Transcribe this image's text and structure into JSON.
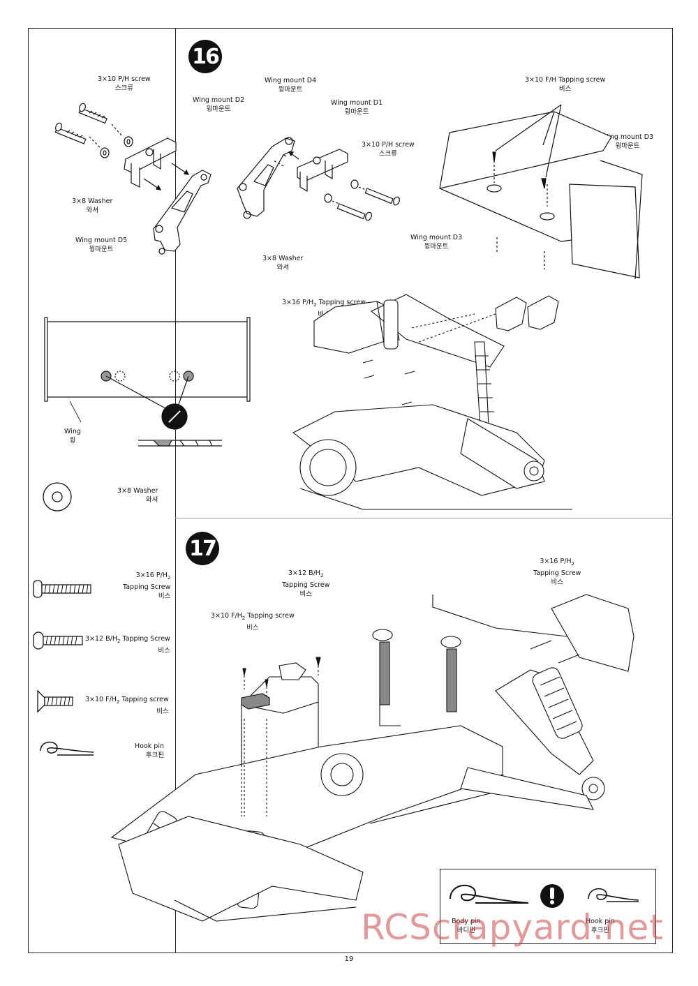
{
  "page": {
    "page_number": "19",
    "watermark": "RCScrapyard.net"
  },
  "step16": {
    "number": "16",
    "labels": {
      "ph_screw_a": "3×10 P/H screw",
      "ph_screw_a_kr": "스크류",
      "wing_mount_d2": "Wing mount D2",
      "wing_mount_d2_kr": "윙마운트",
      "washer_a": "3×8 Washer",
      "washer_a_kr": "와셔",
      "wing_mount_d5": "Wing mount D5",
      "wing_mount_d5_kr": "윙마운트",
      "wing_mount_d4": "Wing mount D4",
      "wing_mount_d4_kr": "윙마운트",
      "wing_mount_d1": "Wing mount D1",
      "wing_mount_d1_kr": "윙마운트",
      "ph_screw_b": "3×10 P/H screw",
      "ph_screw_b_kr": "스크류",
      "washer_b": "3×8 Washer",
      "washer_b_kr": "와셔",
      "fh_tapping": "3×10 F/H Tapping screw",
      "fh_tapping_kr": "비스",
      "wing_mount_d3_a": "Wing mount D3",
      "wing_mount_d3_a_kr": "윙마운트",
      "wing_mount_d3_b": "Wing mount D3",
      "wing_mount_d3_b_kr": "윙마운트",
      "tapping_16": "3×16 P/H",
      "tapping_16_sub": "2",
      "tapping_16_tail": " Tapping screw",
      "tapping_16_kr": "비스",
      "wing": "Wing",
      "wing_kr": "윙"
    }
  },
  "step17": {
    "number": "17",
    "labels": {
      "tap12_a": "3×12 B/H",
      "tap12_a_sub": "2",
      "tap12_a_2": "Tapping Screw",
      "tap12_a_kr": "비스",
      "tap16_a": "3×16 P/H",
      "tap16_a_sub": "2",
      "tap16_a_2": "Tapping Screw",
      "tap16_a_kr": "비스",
      "fh10": "3×10 F/H",
      "fh10_sub": "2",
      "fh10_tail": " Tapping screw",
      "fh10_kr": "비스"
    },
    "note": {
      "body_pin": "Body pin",
      "body_pin_kr": "바디핀",
      "hook_pin": "Hook pin",
      "hook_pin_kr": "후크핀"
    }
  },
  "parts_legend": [
    {
      "name": "3×8 Washer",
      "kr": "와셔"
    },
    {
      "name1": "3×16 P/H",
      "sub": "2",
      "name2": "Tapping Screw",
      "kr": "비스"
    },
    {
      "name": "3×12 B/H",
      "sub": "2",
      "tail": " Tapping Screw",
      "kr": "비스"
    },
    {
      "name": "3×10 F/H",
      "sub": "2",
      "tail": " Tapping screw",
      "kr": "비스"
    },
    {
      "name": "Hook pin",
      "kr": "후크핀"
    }
  ]
}
